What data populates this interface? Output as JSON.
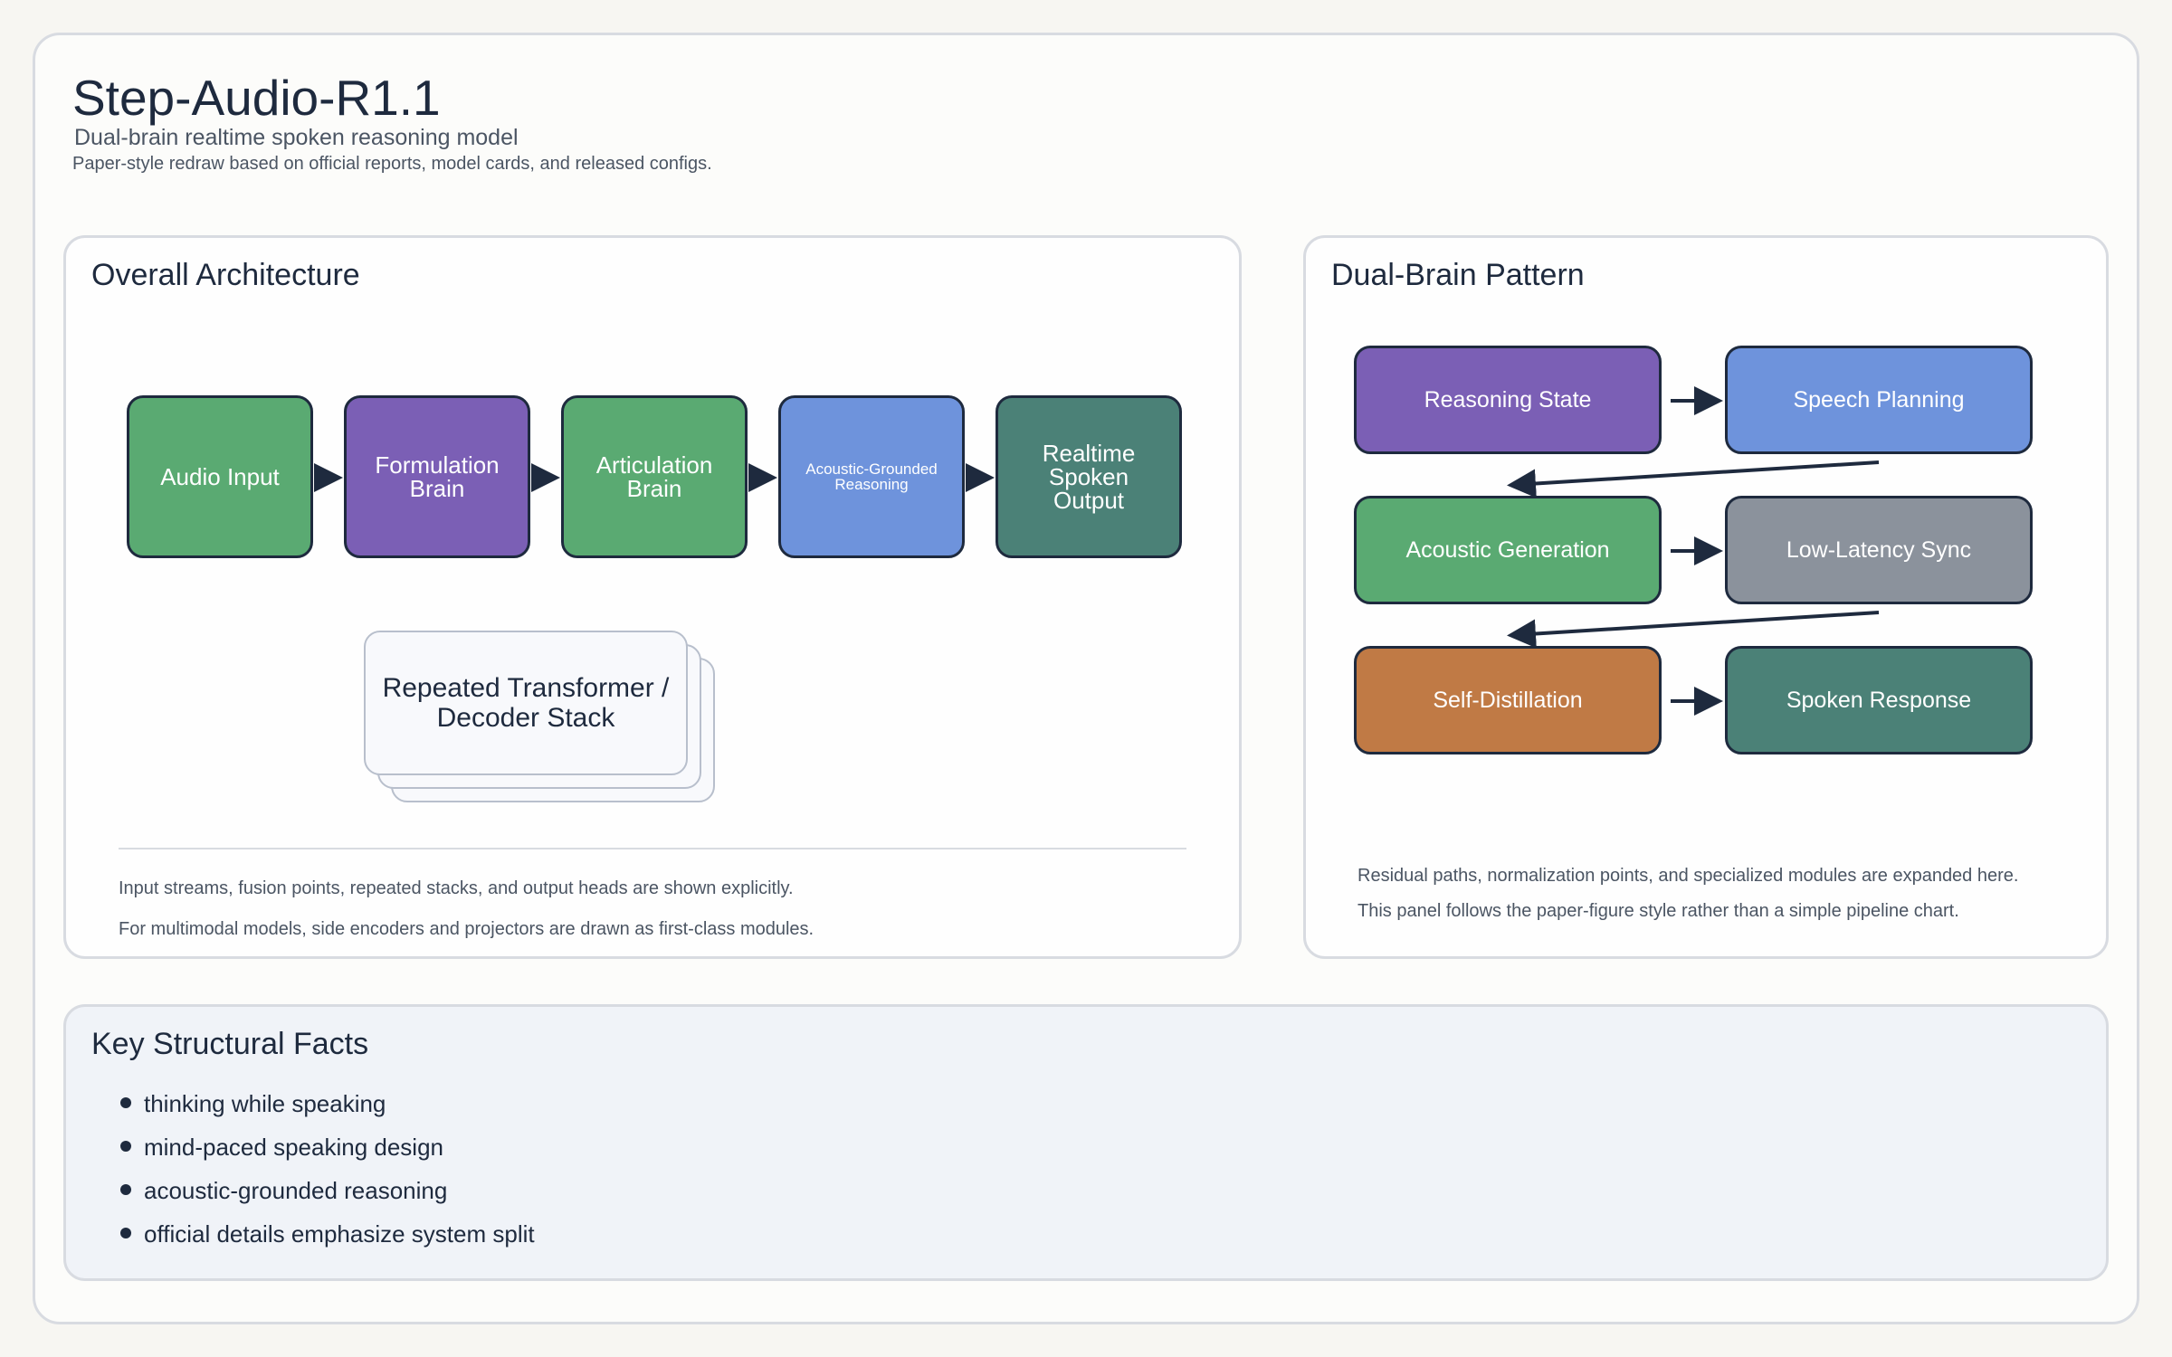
{
  "header": {
    "title": "Step-Audio-R1.1",
    "subtitle": "Dual-brain realtime spoken reasoning model",
    "note": "Paper-style redraw based on official reports, model cards, and released configs."
  },
  "architecture": {
    "title": "Overall Architecture",
    "nodes": [
      {
        "label": "Audio Input",
        "color": "#5aaa72"
      },
      {
        "label": "Formulation Brain",
        "color": "#7b5fb5"
      },
      {
        "label": "Articulation Brain",
        "color": "#5aaa72"
      },
      {
        "label": "Acoustic-Grounded Reasoning",
        "color": "#6e93dc"
      },
      {
        "label": "Realtime Spoken Output",
        "color": "#4b8177"
      }
    ],
    "stack_label": "Repeated Transformer / Decoder Stack",
    "caption_1": "Input streams, fusion points, repeated stacks, and output heads are shown explicitly.",
    "caption_2": "For multimodal models, side encoders and projectors are drawn as first-class modules."
  },
  "dual_brain": {
    "title": "Dual-Brain Pattern",
    "nodes": [
      {
        "label": "Reasoning State",
        "color": "#7b5fb5"
      },
      {
        "label": "Speech Planning",
        "color": "#6e93dc"
      },
      {
        "label": "Acoustic Generation",
        "color": "#5aaa72"
      },
      {
        "label": "Low-Latency Sync",
        "color": "#8b929c"
      },
      {
        "label": "Self-Distillation",
        "color": "#c07a45"
      },
      {
        "label": "Spoken Response",
        "color": "#4b8177"
      }
    ],
    "caption_1": "Residual paths, normalization points, and specialized modules are expanded here.",
    "caption_2": "This panel follows the paper-figure style rather than a simple pipeline chart."
  },
  "facts": {
    "title": "Key Structural Facts",
    "items": [
      "thinking while speaking",
      "mind-paced speaking design",
      "acoustic-grounded reasoning",
      "official details emphasize system split"
    ]
  },
  "colors": {
    "ink": "#1e2a3e",
    "panel_border": "#d8dbe1",
    "facts_bg": "#f0f3f8"
  }
}
